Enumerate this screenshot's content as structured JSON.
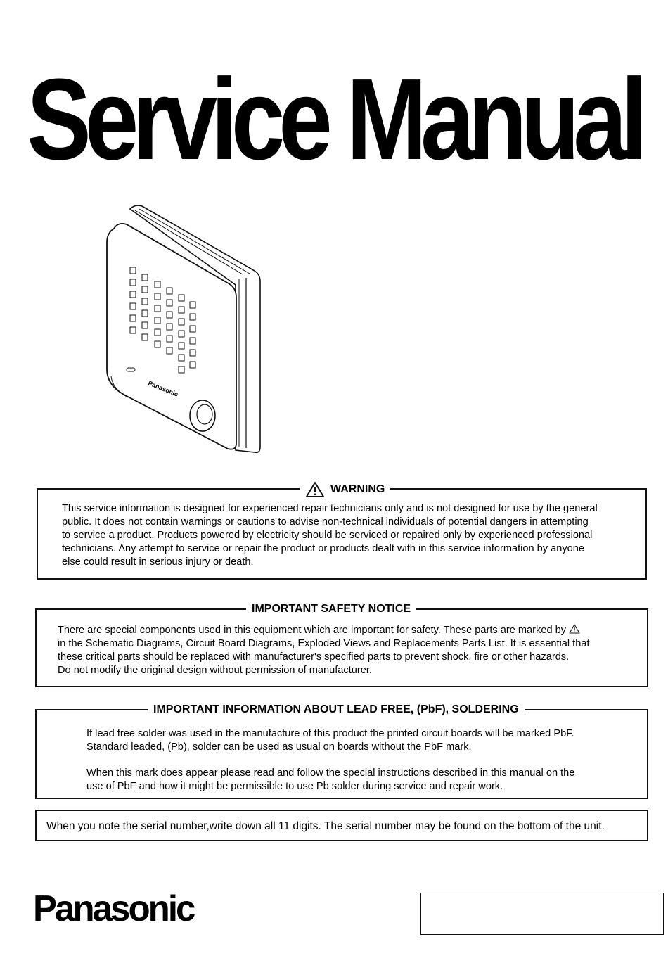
{
  "header": {
    "title": "Service Manual"
  },
  "product_illustration": {
    "brand_label": "Panasonic"
  },
  "warning": {
    "heading": "WARNING",
    "icon": "warning-triangle-icon",
    "lines": [
      "This service information is designed for experienced repair technicians only and is not designed for use by the general",
      "public. It does not contain warnings or cautions to advise non-technical individuals of potential dangers in attempting",
      "to service a product. Products powered by electricity should be serviced or repaired only by experienced professional",
      "technicians. Any attempt to service or repair the product or products dealt with in this service information by anyone",
      "else could result in serious injury or death."
    ]
  },
  "safety_notice": {
    "heading": "IMPORTANT SAFETY NOTICE",
    "line1": "There are special components used in this equipment which are important for safety. These parts are marked by",
    "lines": [
      "in the Schematic Diagrams, Circuit Board Diagrams, Exploded Views and Replacements Parts List. It is essential that",
      "these critical parts should be replaced with manufacturer's specified parts to prevent shock, fire or other hazards.",
      "Do not modify the original design without permission of manufacturer."
    ]
  },
  "lead_free": {
    "heading": "IMPORTANT INFORMATION ABOUT LEAD FREE, (PbF), SOLDERING",
    "para1": [
      "If lead free solder was used in the manufacture of this product the printed circuit boards will be marked PbF.",
      "Standard  leaded, (Pb), solder can be used as usual on boards without the PbF mark."
    ],
    "para2": [
      "When this mark does appear please read and follow the special instructions described in this manual on the",
      "use of PbF and how it might be permissible to use Pb solder during service and repair work."
    ]
  },
  "serial_note": {
    "text": "When you note the serial number,write down all 11 digits. The serial number may be found on the bottom of the unit."
  },
  "footer": {
    "brand": "Panasonic"
  }
}
